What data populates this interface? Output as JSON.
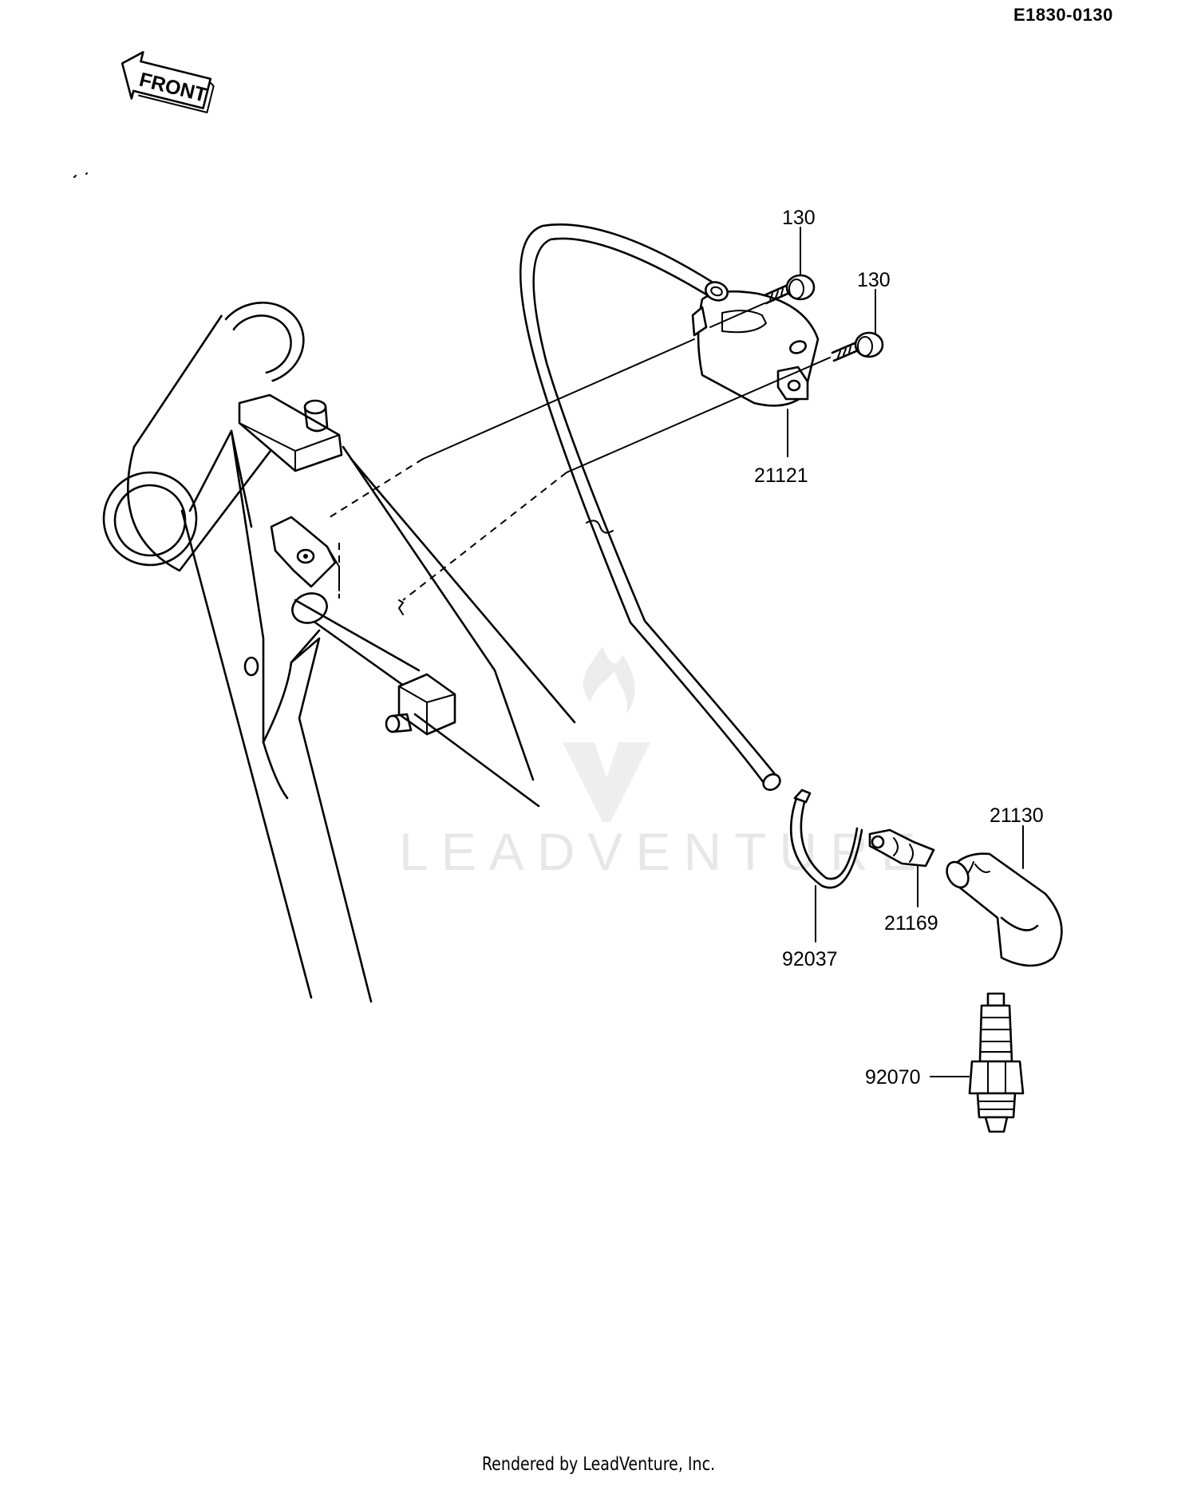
{
  "diagram": {
    "code": "E1830-0130",
    "orientation_label": "FRONT",
    "watermark": "LEADVENTURE",
    "footer": "Rendered by LeadVenture, Inc.",
    "callouts": [
      {
        "id": "bolt-upper",
        "label": "130"
      },
      {
        "id": "bolt-lower",
        "label": "130"
      },
      {
        "id": "ignition-coil",
        "label": "21121"
      },
      {
        "id": "plug-cap",
        "label": "21130"
      },
      {
        "id": "plug-cap-connector",
        "label": "21169"
      },
      {
        "id": "band-clamp",
        "label": "92037"
      },
      {
        "id": "spark-plug",
        "label": "92070"
      }
    ]
  }
}
